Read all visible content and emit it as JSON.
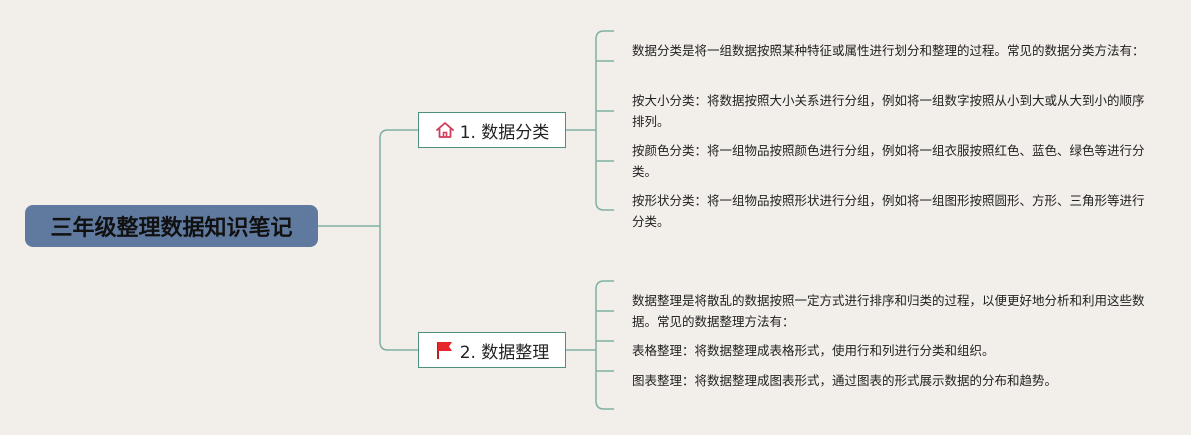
{
  "root": {
    "title": "三年级整理数据知识笔记"
  },
  "branches": [
    {
      "label": "1. 数据分类",
      "icon": "home-icon",
      "notes": [
        "数据分类是将一组数据按照某种特征或属性进行划分和整理的过程。常见的数据分类方法有：",
        "按大小分类：将数据按照大小关系进行分组，例如将一组数字按照从小到大或从大到小的顺序排列。",
        "按颜色分类：将一组物品按照颜色进行分组，例如将一组衣服按照红色、蓝色、绿色等进行分类。",
        "按形状分类：将一组物品按照形状进行分组，例如将一组图形按照圆形、方形、三角形等进行分类。"
      ]
    },
    {
      "label": "2. 数据整理",
      "icon": "red-flag-icon",
      "notes": [
        "数据整理是将散乱的数据按照一定方式进行排序和归类的过程，以便更好地分析和利用这些数据。常见的数据整理方法有：",
        "表格整理：将数据整理成表格形式，使用行和列进行分类和组织。",
        "图表整理：将数据整理成图表形式，通过图表的形式展示数据的分布和趋势。"
      ]
    }
  ],
  "colors": {
    "background": "#f2eee9",
    "root_fill": "#5f7a9e",
    "connector": "#7fb0a4",
    "branch_border": "#4e8f80",
    "home_icon": "#d23c5a",
    "flag_icon": "#e8262a"
  }
}
